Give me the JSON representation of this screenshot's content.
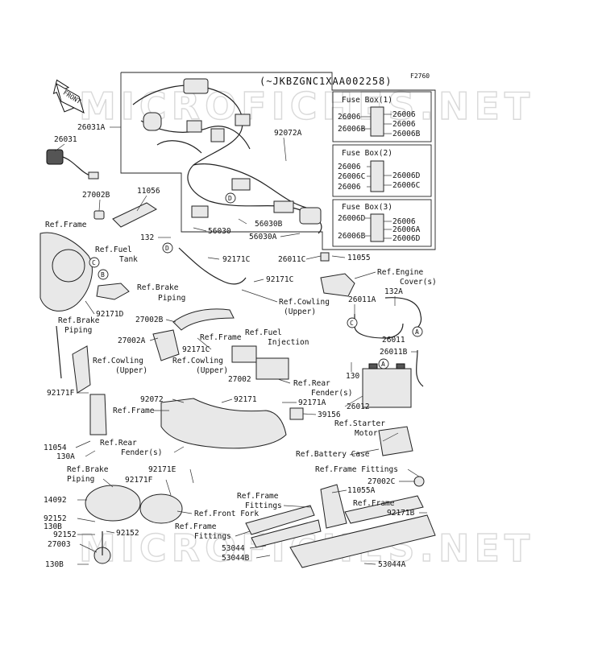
{
  "diagram": {
    "figure_code": "F2760",
    "serial_note": "(~JKBZGNC1XAA002258)",
    "front_arrow": "FRONT",
    "watermark_top": "MICROFICHES.NET",
    "watermark_bottom": "MICROFICHES.NET",
    "fuse_boxes": [
      {
        "title": "Fuse Box(1)",
        "left": [
          "26006",
          "26006B"
        ],
        "right": [
          "26006",
          "26006",
          "26006B"
        ]
      },
      {
        "title": "Fuse Box(2)",
        "left": [
          "26006",
          "26006C",
          "26006"
        ],
        "right": [
          "26006D",
          "26006C"
        ]
      },
      {
        "title": "Fuse Box(3)",
        "left": [
          "26006D",
          "26006B"
        ],
        "right": [
          "26006",
          "26006A",
          "26006D"
        ]
      }
    ],
    "circle_refs": [
      "D",
      "C",
      "B",
      "D",
      "C",
      "A",
      "A"
    ],
    "labels": [
      "26031A",
      "26031",
      "27002B",
      "11056",
      "Ref.Frame",
      "92072A",
      "56030B",
      "56030",
      "56030A",
      "132",
      "Ref.Fuel",
      "Tank",
      "92171C",
      "26011C",
      "11055",
      "Ref.Brake",
      "Piping",
      "92171C",
      "Ref.Engine",
      "Cover(s)",
      "92171D",
      "Ref.Brake",
      "Piping",
      "27002B",
      "Ref.Cowling",
      "(Upper)",
      "132A",
      "26011A",
      "27002A",
      "Ref.Frame",
      "Ref.Fuel",
      "Injection",
      "92171C",
      "Ref.Cowling",
      "(Upper)",
      "Ref.Cowling",
      "(Upper)",
      "26011",
      "26011B",
      "130",
      "27002",
      "92171F",
      "Ref.Rear",
      "Fender(s)",
      "92072",
      "92171",
      "92171A",
      "Ref.Frame",
      "39156",
      "26012",
      "Ref.Starter",
      "Motor",
      "11054",
      "Ref.Rear",
      "130A",
      "Fender(s)",
      "Ref.Battery Case",
      "92171E",
      "Ref.Brake",
      "Piping",
      "Ref.Frame Fittings",
      "92171F",
      "27002C",
      "Ref.Frame",
      "11055A",
      "14092",
      "Fittings",
      "Ref.Frame",
      "92171B",
      "Ref.Front Fork",
      "92152",
      "130B",
      "Ref.Frame",
      "92152",
      "92152",
      "Fittings",
      "27003",
      "53044",
      "53044B",
      "130B",
      "53044A"
    ]
  }
}
